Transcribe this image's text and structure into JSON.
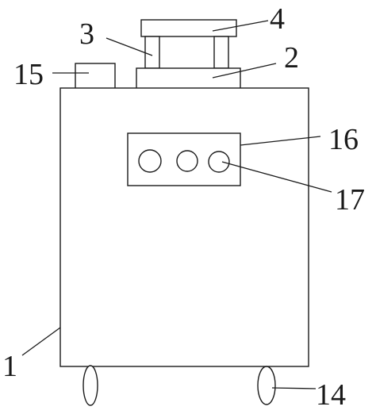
{
  "diagram": {
    "labels": {
      "housing": "1",
      "base_block": "2",
      "support_posts": "3",
      "top_plate": "4",
      "wheels": "14",
      "top_box": "15",
      "control_panel": "16",
      "control_knobs": "17"
    }
  }
}
